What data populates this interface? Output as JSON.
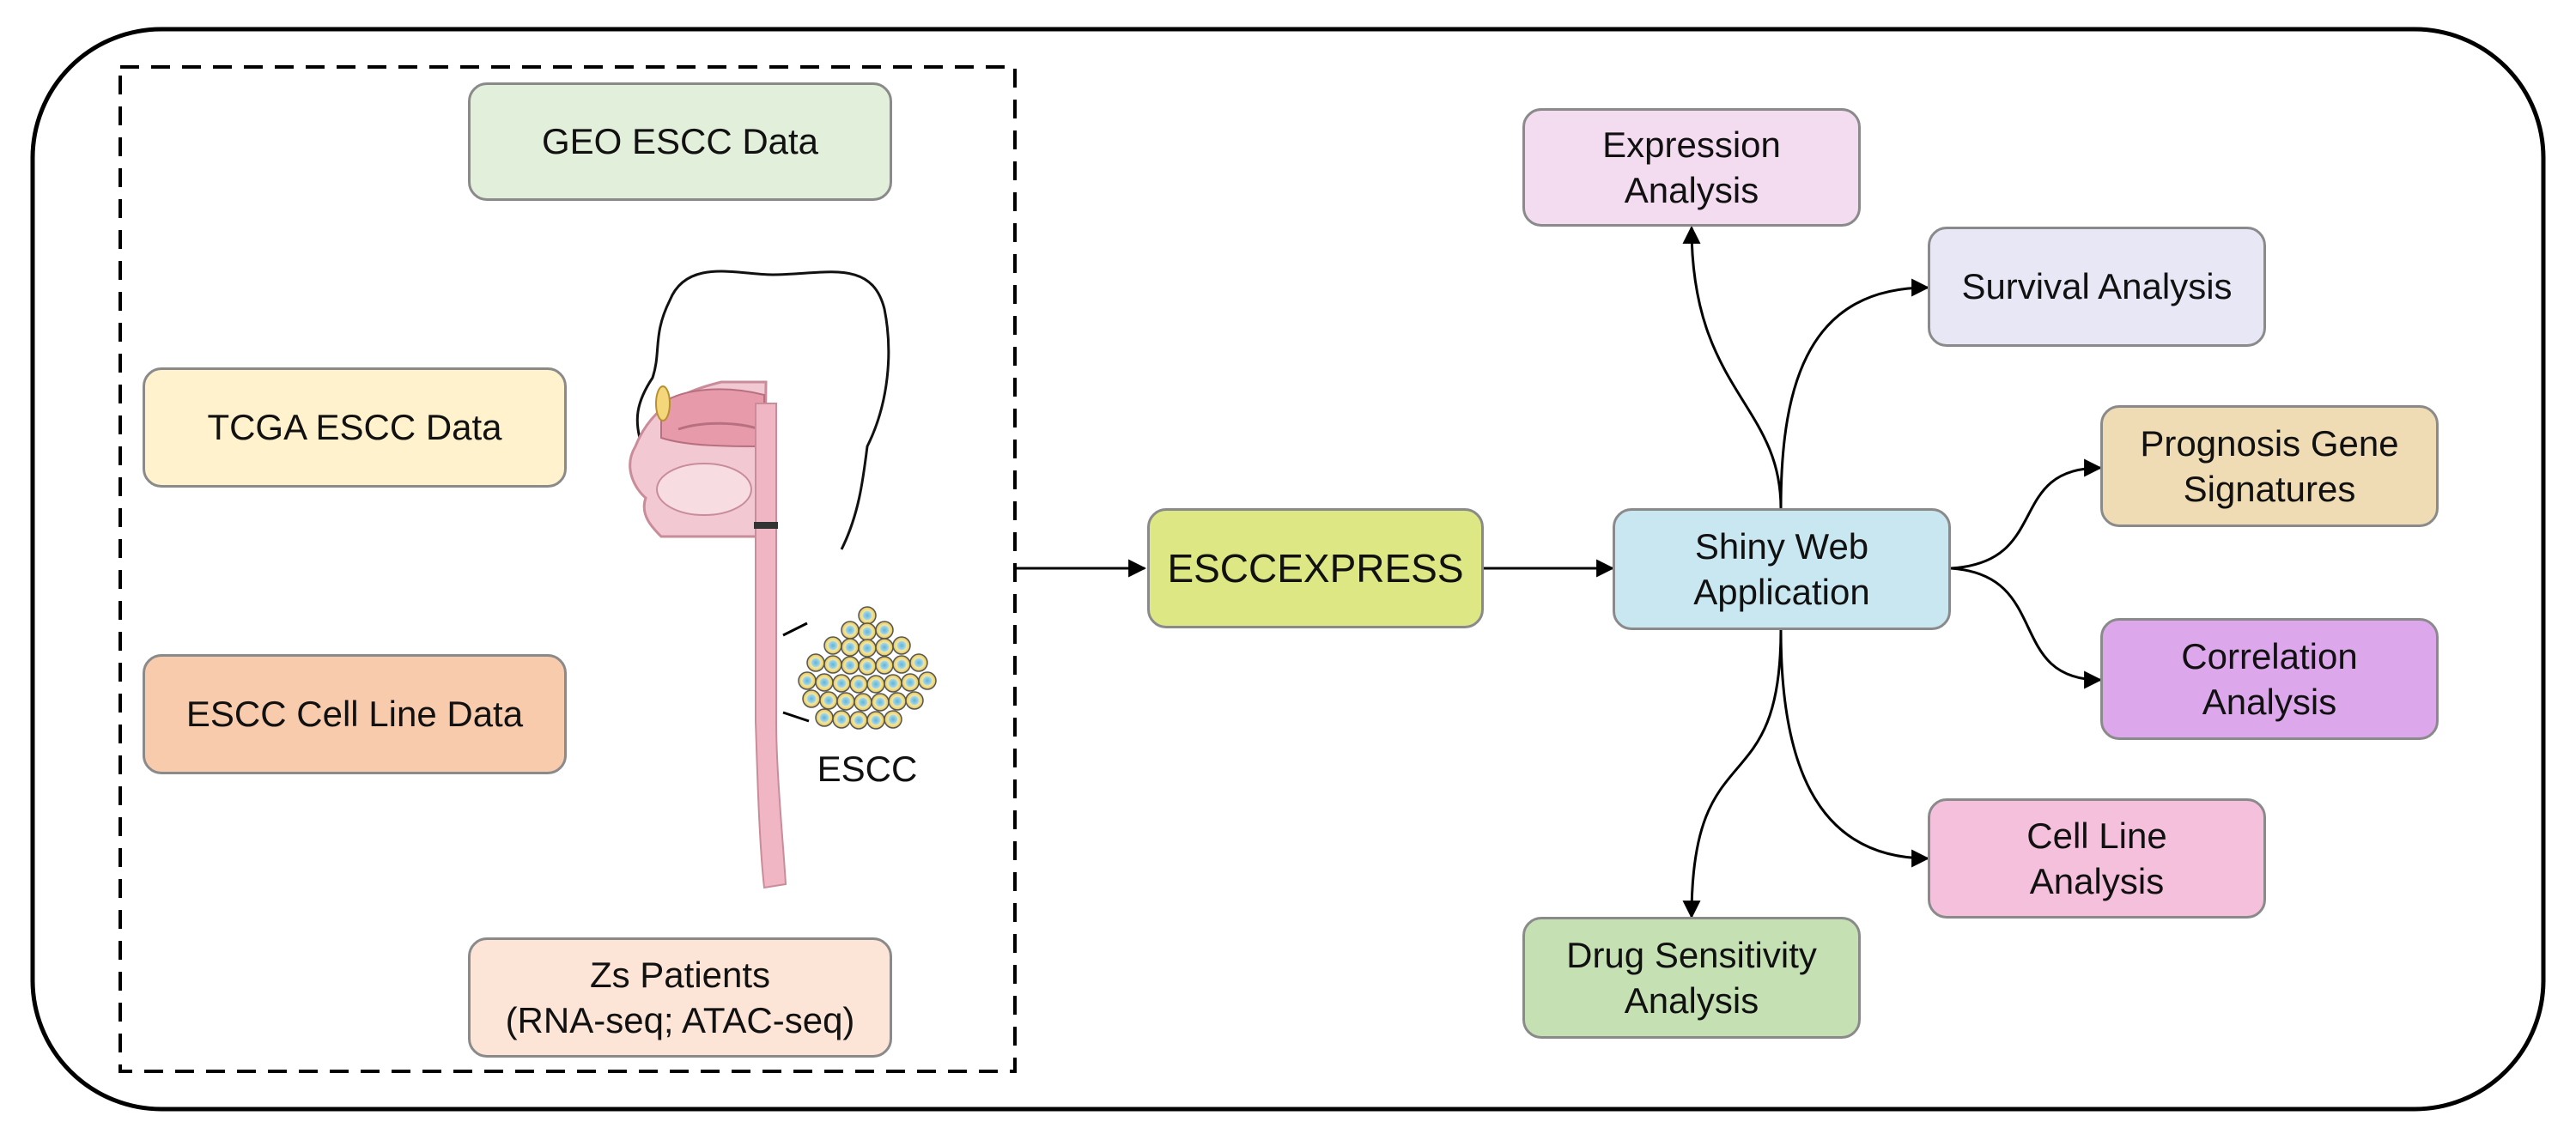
{
  "sources": {
    "geo": {
      "label": "GEO ESCC Data",
      "color": "#e2efda"
    },
    "tcga": {
      "label": "TCGA ESCC Data",
      "color": "#fff2cc"
    },
    "cell_line": {
      "label": "ESCC Cell Line Data",
      "color": "#f8cbad"
    },
    "zs": {
      "line1": "Zs Patients",
      "line2": "(RNA-seq; ATAC-seq)",
      "color": "#fce4d6"
    }
  },
  "illustration": {
    "icon": "esophagus-anatomy-icon",
    "tumor_label": "ESCC"
  },
  "center": {
    "esccexpress": {
      "label": "ESCCEXPRESS",
      "color": "#dde783"
    },
    "shiny": {
      "line1": "Shiny Web",
      "line2": "Application",
      "color": "#c9e7f1"
    }
  },
  "analyses": {
    "expression": {
      "line1": "Expression",
      "line2": "Analysis",
      "color": "#f3dcf0"
    },
    "survival": {
      "label": "Survival Analysis",
      "color": "#e7e7f6"
    },
    "prognosis": {
      "line1": "Prognosis Gene",
      "line2": "Signatures",
      "color": "#efdcb5"
    },
    "correlation": {
      "line1": "Correlation",
      "line2": "Analysis",
      "color": "#dda7ec"
    },
    "cell_line": {
      "line1": "Cell Line",
      "line2": "Analysis",
      "color": "#f5c0dc"
    },
    "drug": {
      "line1": "Drug Sensitivity",
      "line2": "Analysis",
      "color": "#c5e1b4"
    }
  }
}
